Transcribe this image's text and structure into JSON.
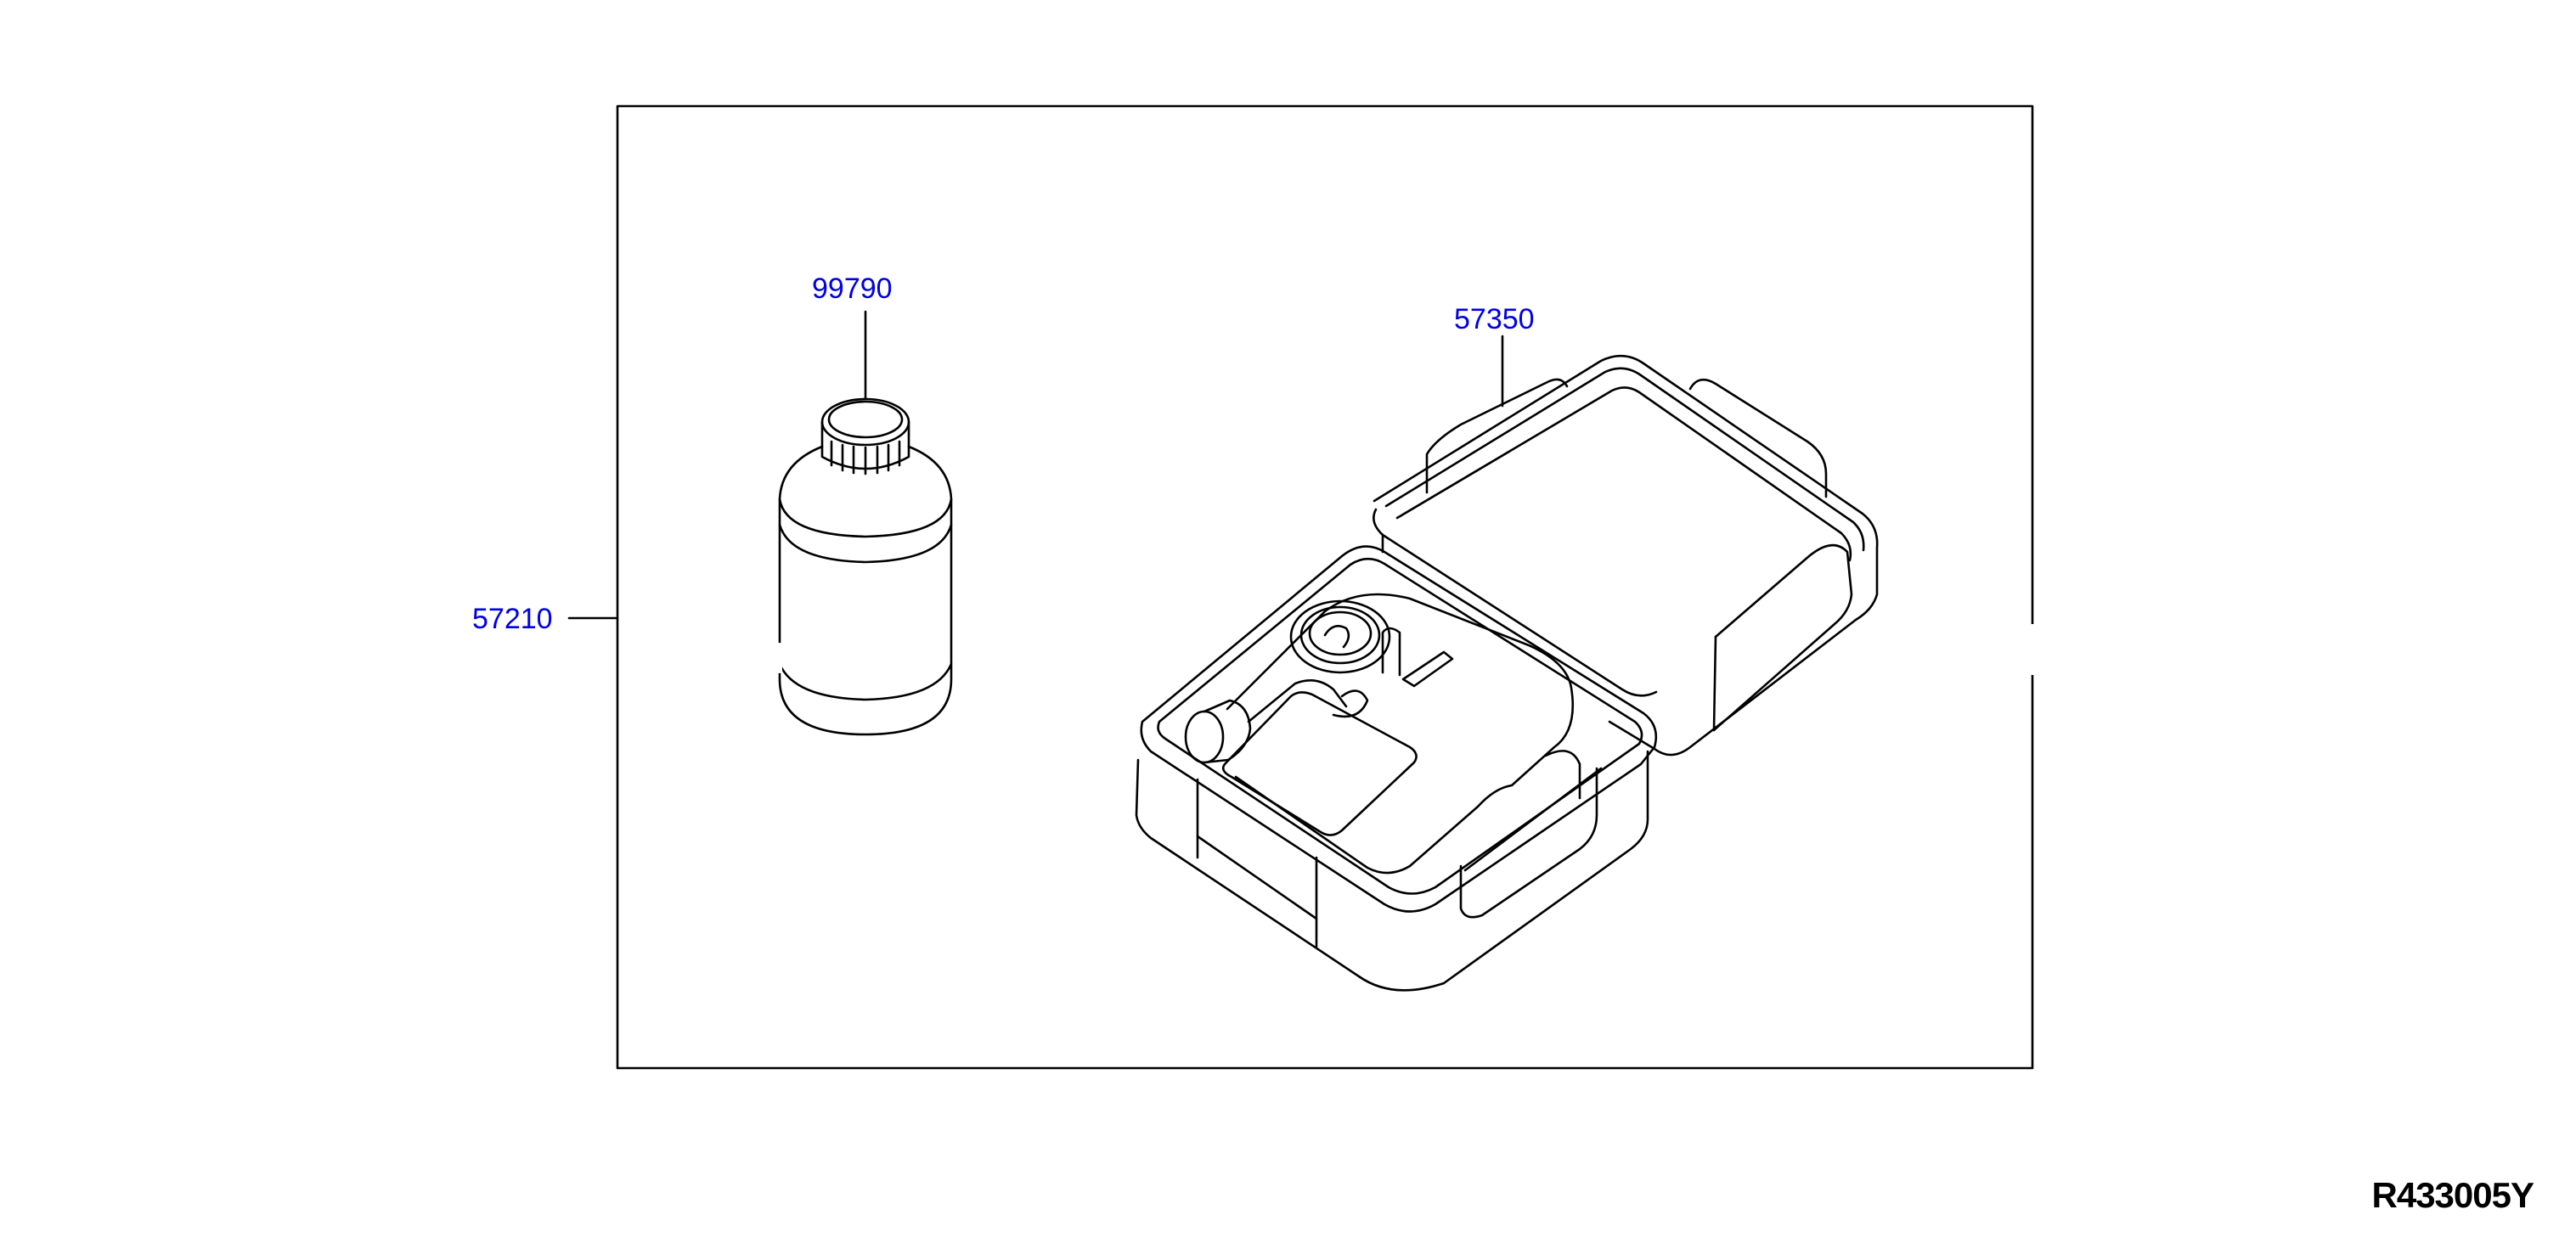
{
  "callouts": {
    "bottle": "99790",
    "compressor_kit": "57350",
    "kit_assembly": "57210"
  },
  "drawing_code": "R433005Y",
  "colors": {
    "callout_text": "#0000e6",
    "line_art": "#000000",
    "background": "#ffffff"
  }
}
